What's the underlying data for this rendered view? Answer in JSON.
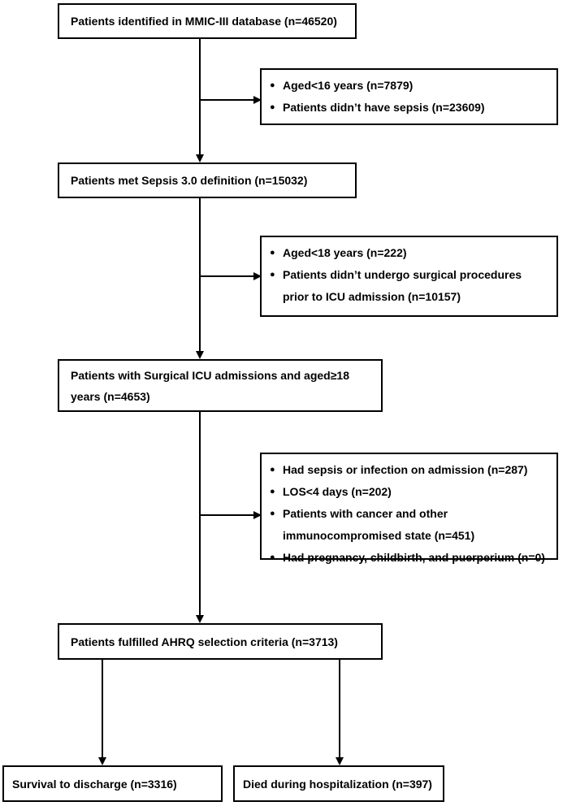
{
  "flow": {
    "box1": "Patients identified in MMIC-III database (n=46520)",
    "excl1": [
      "Aged<16 years (n=7879)",
      "Patients didn’t have sepsis (n=23609)"
    ],
    "box2": "Patients met Sepsis 3.0 definition (n=15032)",
    "excl2": [
      "Aged<18 years (n=222)",
      "Patients didn’t undergo surgical procedures prior to ICU admission (n=10157)"
    ],
    "box3": "Patients with Surgical ICU admissions and aged≥18 years (n=4653)",
    "excl3": [
      "Had sepsis or infection on admission (n=287)",
      "LOS<4 days (n=202)",
      "Patients with cancer and other immunocompromised state (n=451)",
      "Had pregnancy, childbirth, and puerperium (n=0)"
    ],
    "box4": "Patients fulfilled AHRQ selection criteria (n=3713)",
    "outcome_left": "Survival to discharge (n=3316)",
    "outcome_right": "Died during hospitalization (n=397)"
  }
}
